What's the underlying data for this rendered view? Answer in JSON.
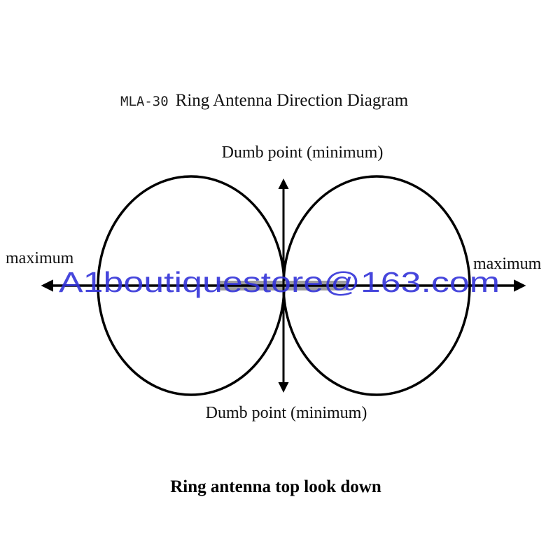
{
  "title": {
    "model": "MLA-30",
    "text": "Ring Antenna Direction Diagram"
  },
  "labels": {
    "null_top": "Dumb point (minimum)",
    "null_bottom": "Dumb point (minimum)",
    "max_left": "maximum",
    "max_right": "maximum"
  },
  "watermark": "A1boutiquestore@163.com",
  "caption": "Ring antenna top look down",
  "colors": {
    "lobe_stroke": "#000000",
    "antenna_bar": "#9e9e9e",
    "watermark": "#3232d8"
  }
}
